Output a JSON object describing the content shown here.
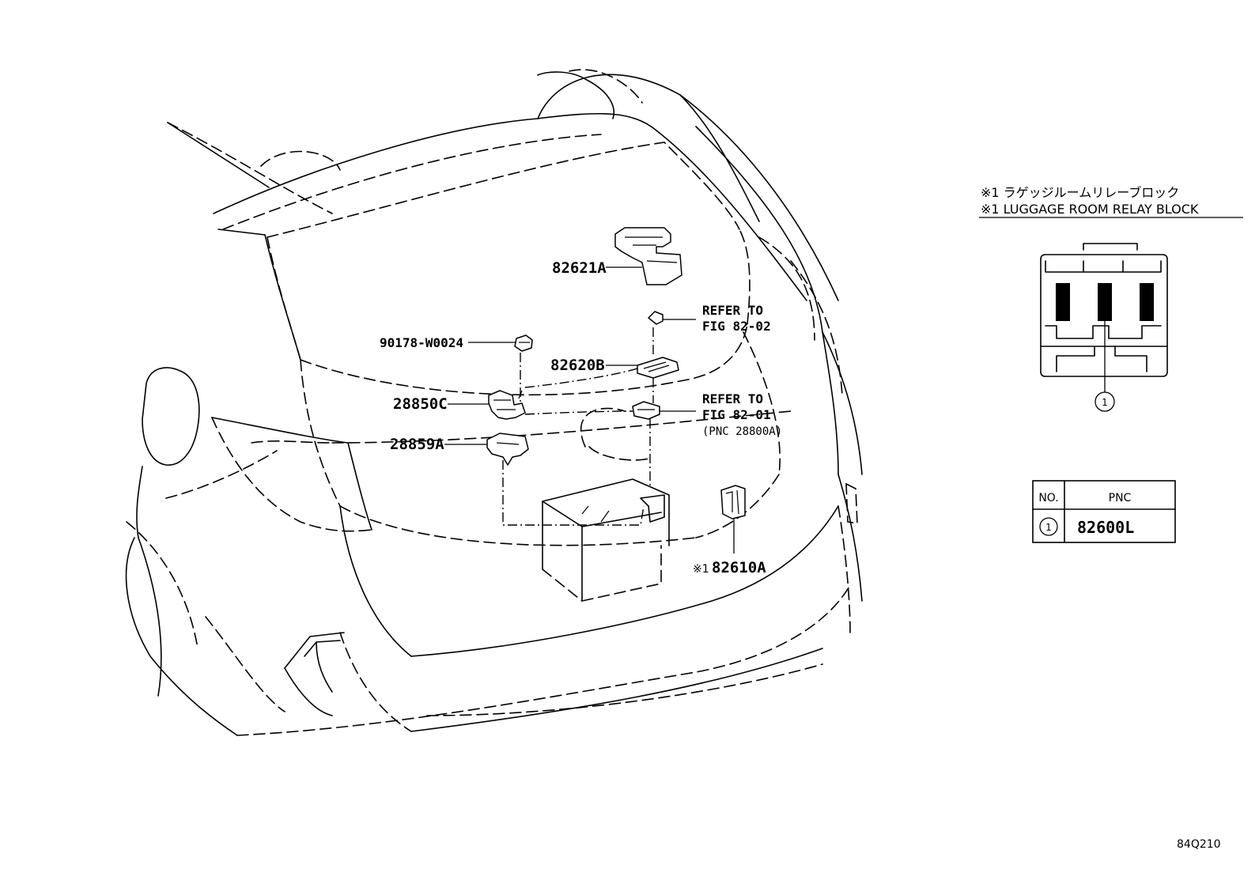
{
  "parts": {
    "p82621A": "82621A",
    "p90178": "90178-W0024",
    "p82620B": "82620B",
    "p28850C": "28850C",
    "p28859A": "28859A",
    "p82610A_prefix": "※1",
    "p82610A": "82610A"
  },
  "refs": {
    "ref1_line1": "REFER TO",
    "ref1_line2": "FIG 82-02",
    "ref2_line1": "REFER TO",
    "ref2_line2": "FIG 82-01",
    "ref2_line3": "(PNC 28800A)"
  },
  "legend": {
    "jp": "※1 ラゲッジルームリレーブロック",
    "en": "※1 LUGGAGE ROOM RELAY BLOCK",
    "callout": "1"
  },
  "table": {
    "col_no": "NO.",
    "col_pnc": "PNC",
    "row_no": "1",
    "row_pnc": "82600L"
  },
  "figure_code": "84Q210"
}
